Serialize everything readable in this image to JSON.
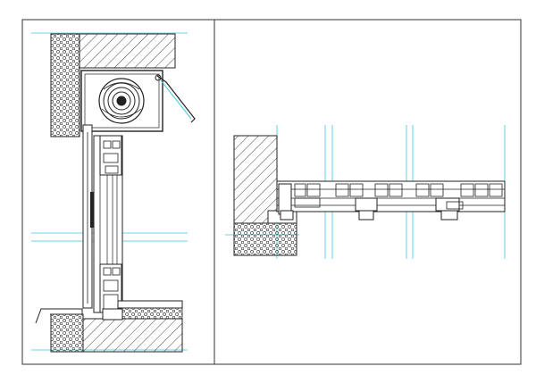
{
  "drawing": {
    "kind": "technical-drawing",
    "panels": [
      {
        "id": "vertical-section",
        "description_visible_text": ""
      },
      {
        "id": "horizontal-section",
        "description_visible_text": ""
      }
    ],
    "colors": {
      "line": "#1a1a1a",
      "axis": "#3ec6dc",
      "hatch": "#4a4a4a",
      "paper": "#ffffff",
      "sill_fill": "#d9d9d9"
    },
    "icons": [
      "roller-shutter-drum",
      "shutter-box",
      "window-frame-profile",
      "wall-hatch",
      "insulation-fill"
    ]
  }
}
